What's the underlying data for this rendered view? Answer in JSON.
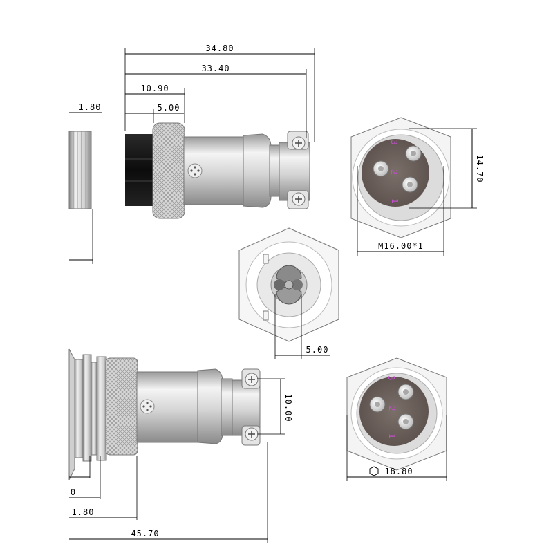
{
  "drawing": {
    "dimensions": {
      "overall_length_top": "34.80",
      "body_length_top": "33.40",
      "nut_length": "10.90",
      "nut_offset": "5.00",
      "panel_thickness": "1.80",
      "face_height": "14.70",
      "thread_spec": "M16.00*1",
      "pin_spacing": "5.00",
      "plug_height": "10.00",
      "hex_across_flats": "18.80",
      "bottom_left_partial": "0",
      "bottom_thickness": "1.80",
      "overall_length_bottom": "45.70"
    },
    "pins_top": [
      "3",
      "2",
      "1"
    ],
    "pins_bottom": [
      "3",
      "2",
      "1"
    ]
  },
  "colors": {
    "metal_light": "#e6e6e6",
    "metal_mid": "#bdbdbd",
    "metal_dark": "#8c8c8c",
    "insulator": "#6e625d",
    "pin_label": "#c04fc8",
    "black_body": "#151515"
  }
}
